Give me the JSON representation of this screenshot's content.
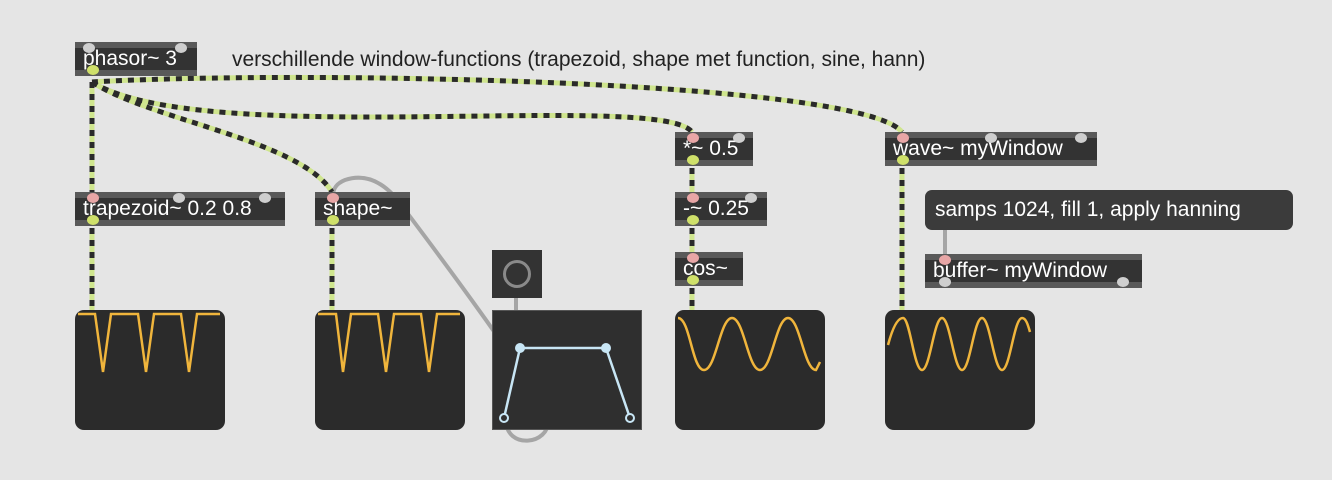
{
  "objects": {
    "phasor": "phasor~ 3",
    "trapezoid": "trapezoid~ 0.2 0.8",
    "shape": "shape~",
    "mul": "*~ 0.5",
    "sub": "-~ 0.25",
    "cos": "cos~",
    "wave": "wave~ myWindow",
    "buffer": "buffer~ myWindow"
  },
  "messages": {
    "buffer_msg": "samps 1024, fill 1, apply hanning"
  },
  "comment": "verschillende window-functions (trapezoid, shape met function, sine, hann)",
  "colors": {
    "canvas": "#e5e5e5",
    "object_bg": "#333333",
    "signal_cable": "#c8e08a",
    "scope_trace": "#f0b53c",
    "function_line": "#c8e6f5",
    "control_cable": "#a0a0a0"
  },
  "icons": {
    "toggle": "ring-icon"
  }
}
